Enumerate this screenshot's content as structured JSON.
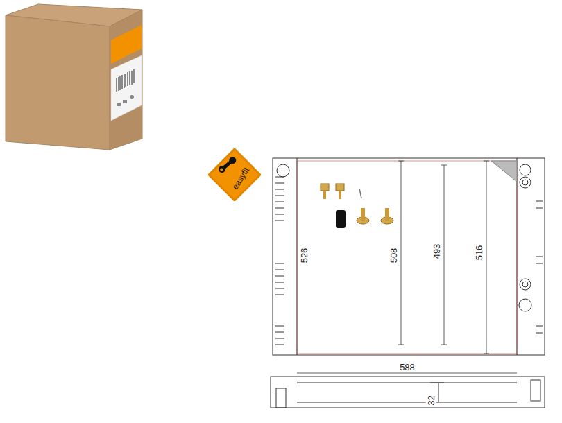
{
  "diagram": {
    "nodes": [
      {
        "text": [
          "easyfit"
        ]
      }
    ],
    "labels": [
      "526",
      "508",
      "493",
      "516",
      "588",
      "32"
    ]
  }
}
